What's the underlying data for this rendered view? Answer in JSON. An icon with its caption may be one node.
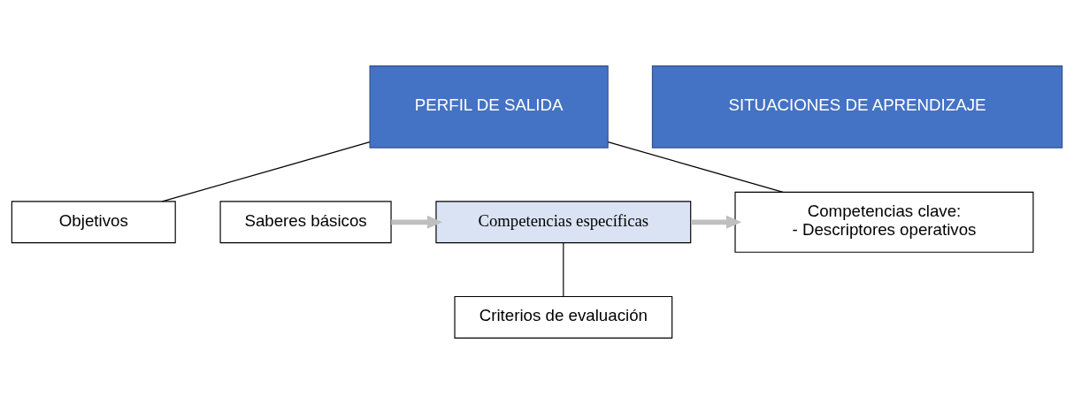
{
  "diagram": {
    "nodes": [
      {
        "text": [
          "PERFIL DE SALIDA"
        ]
      },
      {
        "text": [
          "Objetivos"
        ]
      },
      {
        "text": [
          "Competencias clave:",
          "- Descriptores operativos"
        ]
      },
      {
        "text": [
          "SITUACIONES DE APRENDIZAJE"
        ]
      },
      {
        "text": [
          "Competencias específicas"
        ]
      },
      {
        "text": [
          "Saberes básicos"
        ]
      },
      {
        "text": [
          "Criterios de evaluación"
        ]
      }
    ],
    "edges": [
      {
        "from": 0,
        "to": 1,
        "arrow": "none"
      },
      {
        "from": 0,
        "to": 2,
        "arrow": "none"
      },
      {
        "from": 5,
        "to": 4,
        "arrow": "to",
        "style": "thick",
        "color": "#bfbfbf"
      },
      {
        "from": 4,
        "to": 2,
        "arrow": "to",
        "style": "thick",
        "color": "#bfbfbf"
      },
      {
        "from": 4,
        "to": 6,
        "arrow": "none"
      }
    ]
  }
}
